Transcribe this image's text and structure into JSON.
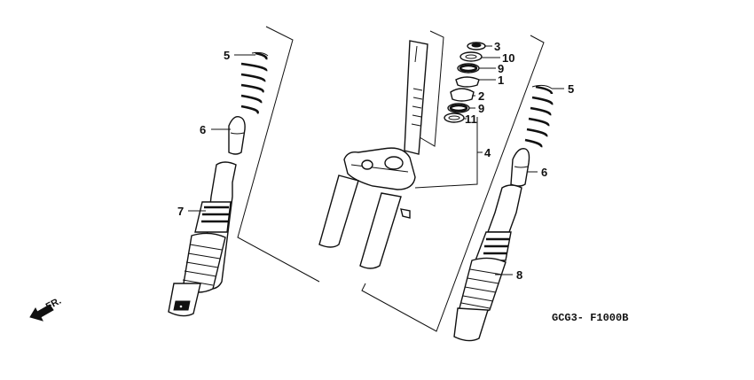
{
  "diagram": {
    "labels": {
      "spring_left": "5",
      "spring_right": "5",
      "cap_left": "6",
      "cap_right": "6",
      "damper_left": "7",
      "damper_right": "8",
      "fork_assembly": "4",
      "race_top": "3",
      "bearing_upper_race": "10",
      "bearing_upper": "9",
      "cone_upper": "1",
      "cone_lower": "2",
      "bearing_lower": "9",
      "race_bottom": "11"
    },
    "direction_label": "FR.",
    "drawing_code": "GCG3- F1000B"
  }
}
